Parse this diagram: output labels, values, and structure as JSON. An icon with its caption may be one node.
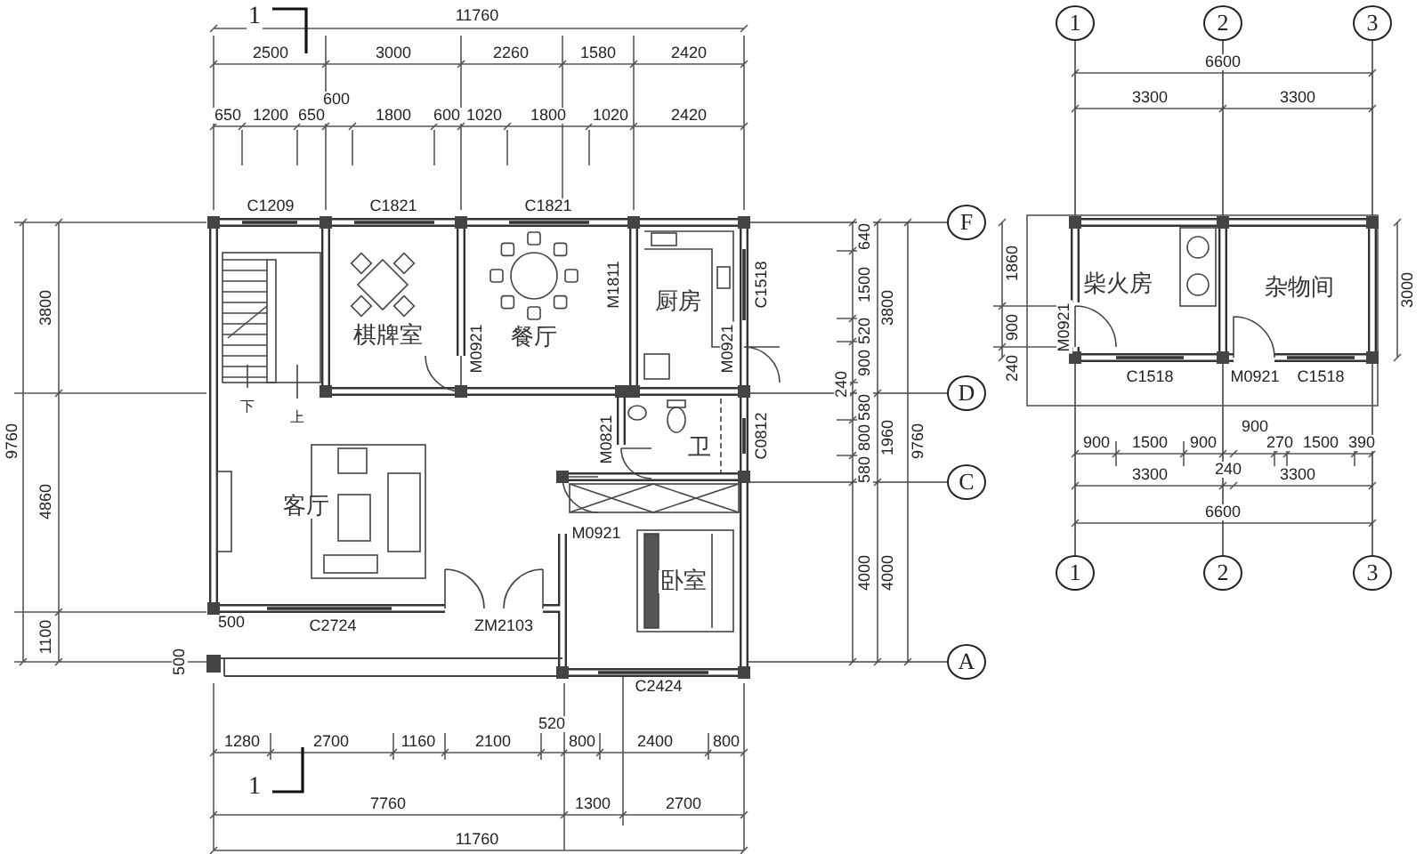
{
  "diagram": {
    "nodes": [
      {
        "text": [
          "棋牌室"
        ]
      },
      {
        "text": [
          "餐厅"
        ]
      },
      {
        "text": [
          "厨房"
        ]
      },
      {
        "text": [
          "卫"
        ]
      },
      {
        "text": [
          "客厅"
        ]
      },
      {
        "text": [
          "卧室"
        ]
      },
      {
        "text": [
          "柴火房"
        ]
      },
      {
        "text": [
          "杂物间"
        ]
      }
    ],
    "labels": [
      "1",
      "11760",
      "2500",
      "3000",
      "2260",
      "1580",
      "2420",
      "600",
      "650",
      "1200",
      "650",
      "1800",
      "600",
      "1020",
      "1800",
      "1020",
      "2420",
      "C1209",
      "C1821",
      "C1821",
      "M1811",
      "C1518",
      "M0921",
      "M0921",
      "3800",
      "9760",
      "4860",
      "1100",
      "下",
      "上",
      "M0821",
      "C0812",
      "M0921",
      "500",
      "C2724",
      "ZM2103",
      "500",
      "C2424",
      "1280",
      "2700",
      "1160",
      "2100",
      "520",
      "800",
      "2400",
      "800",
      "1",
      "7760",
      "1300",
      "2700",
      "11760",
      "640",
      "1500",
      "520",
      "900",
      "240",
      "580",
      "800",
      "580",
      "4000",
      "3800",
      "1960",
      "4000",
      "9760",
      "F",
      "D",
      "C",
      "A",
      "1",
      "2",
      "3",
      "6600",
      "3300",
      "3300",
      "1860",
      "900",
      "240",
      "M0921",
      "C1518",
      "M0921",
      "C1518",
      "3000",
      "900",
      "1500",
      "900",
      "900",
      "270",
      "1500",
      "390",
      "240",
      "3300",
      "3300",
      "6600",
      "1",
      "2",
      "3"
    ]
  }
}
